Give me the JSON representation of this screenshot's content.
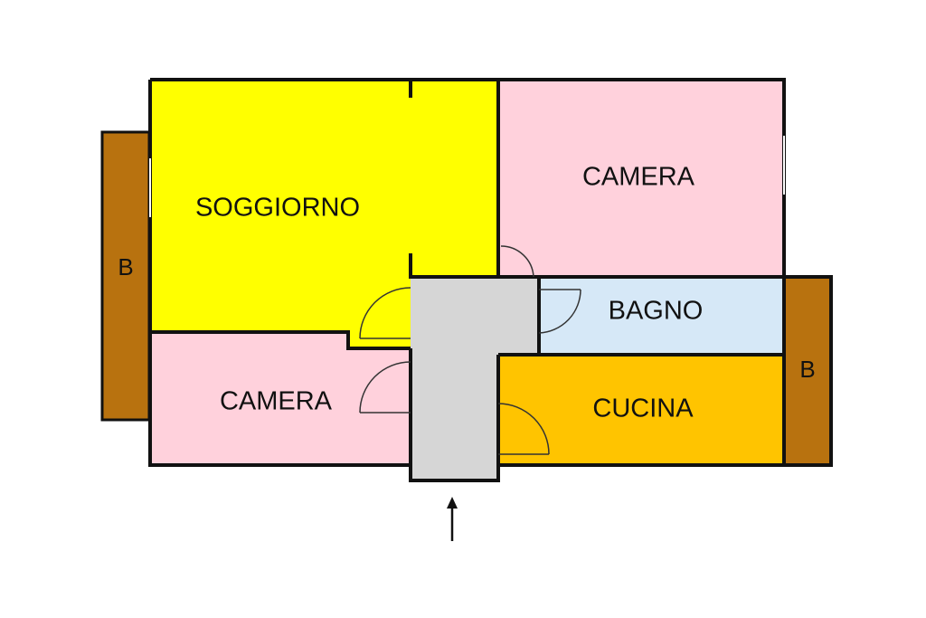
{
  "colors": {
    "living_room": "#ffff00",
    "bedroom": "#ffd1dc",
    "bathroom": "#d6e8f7",
    "kitchen": "#ffc400",
    "hallway": "#d6d6d6",
    "balcony": "#b8720f",
    "wall": "#111111"
  },
  "rooms": {
    "soggiorno": "SOGGIORNO",
    "camera_top": "CAMERA",
    "camera_bottom": "CAMERA",
    "bagno": "BAGNO",
    "cucina": "CUCINA",
    "balcony_left": "B",
    "balcony_right": "B"
  },
  "entrance": {
    "icon": "arrow-up-icon"
  }
}
